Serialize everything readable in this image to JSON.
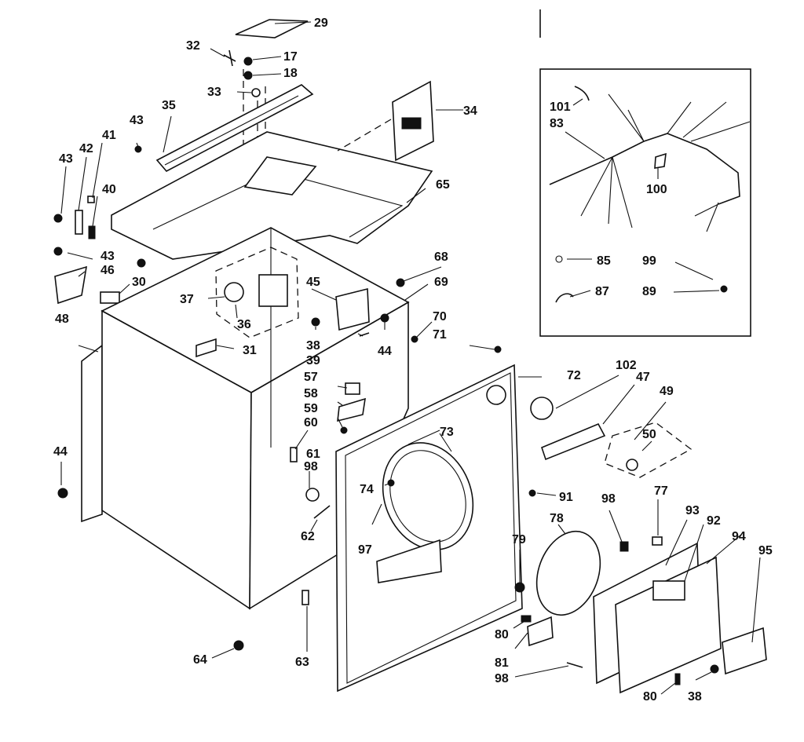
{
  "colors": {
    "ink": "#111111",
    "paper": "#ffffff"
  },
  "callouts": [
    {
      "id": "c29",
      "text": "29"
    },
    {
      "id": "c32",
      "text": "32"
    },
    {
      "id": "c17",
      "text": "17"
    },
    {
      "id": "c18",
      "text": "18"
    },
    {
      "id": "c33",
      "text": "33"
    },
    {
      "id": "c35",
      "text": "35"
    },
    {
      "id": "c34",
      "text": "34"
    },
    {
      "id": "c43a",
      "text": "43"
    },
    {
      "id": "c43b",
      "text": "43"
    },
    {
      "id": "c42",
      "text": "42"
    },
    {
      "id": "c41",
      "text": "41"
    },
    {
      "id": "c40",
      "text": "40"
    },
    {
      "id": "c65",
      "text": "65"
    },
    {
      "id": "c43c",
      "text": "43"
    },
    {
      "id": "c46",
      "text": "46"
    },
    {
      "id": "c30",
      "text": "30"
    },
    {
      "id": "c37",
      "text": "37"
    },
    {
      "id": "c36",
      "text": "36"
    },
    {
      "id": "c45",
      "text": "45"
    },
    {
      "id": "c68",
      "text": "68"
    },
    {
      "id": "c69",
      "text": "69"
    },
    {
      "id": "c48",
      "text": "48"
    },
    {
      "id": "c31",
      "text": "31"
    },
    {
      "id": "c38a",
      "text": "38"
    },
    {
      "id": "c39",
      "text": "39"
    },
    {
      "id": "c44a",
      "text": "44"
    },
    {
      "id": "c70",
      "text": "70"
    },
    {
      "id": "c71",
      "text": "71"
    },
    {
      "id": "c72",
      "text": "72"
    },
    {
      "id": "c57",
      "text": "57"
    },
    {
      "id": "c58",
      "text": "58"
    },
    {
      "id": "c59",
      "text": "59"
    },
    {
      "id": "c60",
      "text": "60"
    },
    {
      "id": "c73",
      "text": "73"
    },
    {
      "id": "c102",
      "text": "102"
    },
    {
      "id": "c47",
      "text": "47"
    },
    {
      "id": "c49",
      "text": "49"
    },
    {
      "id": "c50",
      "text": "50"
    },
    {
      "id": "c44b",
      "text": "44"
    },
    {
      "id": "c61",
      "text": "61"
    },
    {
      "id": "c98a",
      "text": "98"
    },
    {
      "id": "c74",
      "text": "74"
    },
    {
      "id": "c91",
      "text": "91"
    },
    {
      "id": "c98b",
      "text": "98"
    },
    {
      "id": "c77",
      "text": "77"
    },
    {
      "id": "c62",
      "text": "62"
    },
    {
      "id": "c97",
      "text": "97"
    },
    {
      "id": "c78",
      "text": "78"
    },
    {
      "id": "c93",
      "text": "93"
    },
    {
      "id": "c92",
      "text": "92"
    },
    {
      "id": "c94",
      "text": "94"
    },
    {
      "id": "c95",
      "text": "95"
    },
    {
      "id": "c79",
      "text": "79"
    },
    {
      "id": "c80a",
      "text": "80"
    },
    {
      "id": "c81",
      "text": "81"
    },
    {
      "id": "c98c",
      "text": "98"
    },
    {
      "id": "c64",
      "text": "64"
    },
    {
      "id": "c63",
      "text": "63"
    },
    {
      "id": "c80b",
      "text": "80"
    },
    {
      "id": "c38b",
      "text": "38"
    },
    {
      "id": "c101",
      "text": "101"
    },
    {
      "id": "c83",
      "text": "83"
    },
    {
      "id": "c100",
      "text": "100"
    },
    {
      "id": "c85",
      "text": "85"
    },
    {
      "id": "c99",
      "text": "99"
    },
    {
      "id": "c87",
      "text": "87"
    },
    {
      "id": "c89",
      "text": "89"
    }
  ]
}
